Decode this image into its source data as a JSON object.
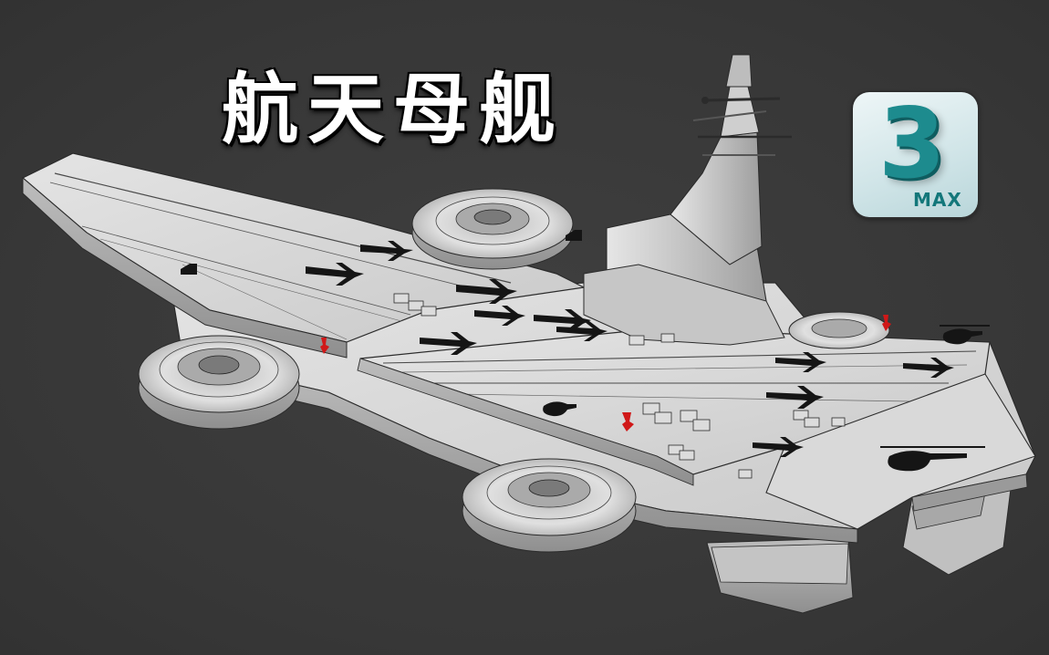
{
  "title": "航天母舰",
  "logo": {
    "digit": "3",
    "text": "MAX",
    "color": "#1d8b8e"
  },
  "scene": {
    "background": "#3a3a3a",
    "hull_color": "#d8d8d8",
    "edge_color": "#2b2b2b",
    "marker_color": "#d01818"
  }
}
